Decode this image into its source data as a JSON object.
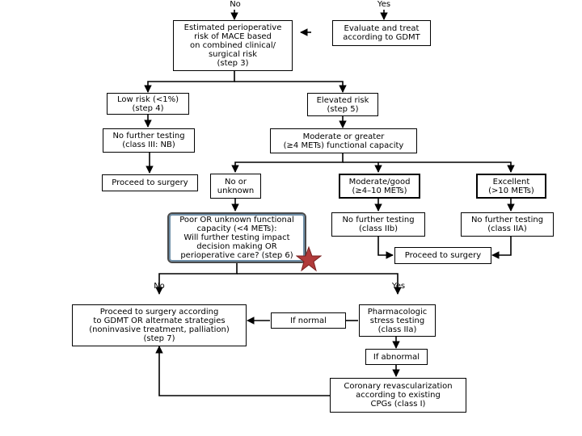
{
  "top_labels": {
    "no": "No",
    "yes": "Yes"
  },
  "boxes": {
    "step3": "Estimated perioperative\nrisk of MACE based\non combined clinical/\nsurgical risk\n(step 3)",
    "gdmt": "Evaluate and treat\naccording to GDMT",
    "low_risk": "Low risk (<1%)\n(step 4)",
    "elevated_risk": "Elevated risk\n(step 5)",
    "no_further_nb": "No further testing\n(class III: NB)",
    "moderate_greater": "Moderate or greater\n(≥4 METs) functional capacity",
    "proceed_left": "Proceed to surgery",
    "no_unknown": "No or\nunknown",
    "moderate_good": "Moderate/good\n(≥4–10 METs)",
    "excellent": "Excellent\n(>10 METs)",
    "poor_unknown": "Poor OR unknown functional\ncapacity (<4 METs):\nWill further testing impact\ndecision making OR\nperioperative care? (step 6)",
    "no_further_iib": "No further testing\n(class IIb)",
    "no_further_iia": "No further testing\n(class IIA)",
    "proceed_mid": "Proceed to surgery",
    "proceed_gdmt": "Proceed to surgery according\nto GDMT OR alternate strategies\n(noninvasive treatment, palliation)\n(step 7)",
    "if_normal": "If normal",
    "pharm_stress": "Pharmacologic\nstress testing\n(class IIa)",
    "if_abnormal": "If abnormal",
    "coronary": "Coronary revascularization\naccording to existing\nCPGs (class I)"
  },
  "branch_labels": {
    "no": "No",
    "yes": "Yes"
  },
  "colors": {
    "star": "#b03a3a",
    "highlight_border": "#6f8fa8"
  },
  "icons": {
    "star": "star-icon"
  }
}
